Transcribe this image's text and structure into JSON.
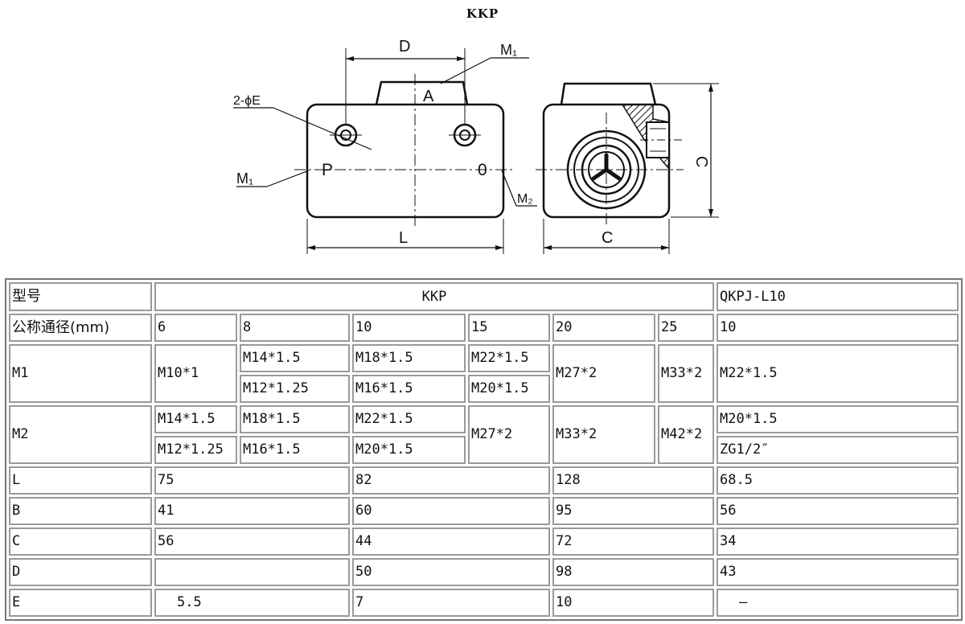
{
  "title": "KKP",
  "drawing": {
    "labels": {
      "D": "D",
      "M1_top": "M₁",
      "A": "A",
      "E": "2-ϕE",
      "P": "P",
      "O": "0",
      "M1_left": "M₁",
      "M2": "M₂",
      "L": "L",
      "C_bottom": "C",
      "C_side": "C"
    }
  },
  "table": {
    "model": {
      "label": "型号",
      "kkp": "KKP",
      "qkpj": "QKPJ-L10"
    },
    "dn": {
      "label": "公称通径(mm)",
      "values": [
        "6",
        "8",
        "10",
        "15",
        "20",
        "25",
        "10"
      ]
    },
    "m1": {
      "label": "M1",
      "c6": "M10*1",
      "c8a": "M14*1.5",
      "c8b": "M12*1.25",
      "c10a": "M18*1.5",
      "c10b": "M16*1.5",
      "c15a": "M22*1.5",
      "c15b": "M20*1.5",
      "c20": "M27*2",
      "c25": "M33*2",
      "cq": "M22*1.5"
    },
    "m2": {
      "label": "M2",
      "c6a": "M14*1.5",
      "c6b": "M12*1.25",
      "c8a": "M18*1.5",
      "c8b": "M16*1.5",
      "c10a": "M22*1.5",
      "c10b": "M20*1.5",
      "c15": "M27*2",
      "c20": "M33*2",
      "c25": "M42*2",
      "cqa": "M20*1.5",
      "cqb": "ZG1/2″"
    },
    "L": {
      "label": "L",
      "values": [
        "75",
        "82",
        "128",
        "68.5"
      ]
    },
    "B": {
      "label": "B",
      "values": [
        "41",
        "60",
        "95",
        "56"
      ]
    },
    "C": {
      "label": "C",
      "values": [
        "56",
        "44",
        "72",
        "34"
      ]
    },
    "D": {
      "label": "D",
      "values": [
        "",
        "50",
        "98",
        "43"
      ]
    },
    "E": {
      "label": "E",
      "values": [
        "5.5",
        "7",
        "10",
        "—"
      ]
    }
  }
}
